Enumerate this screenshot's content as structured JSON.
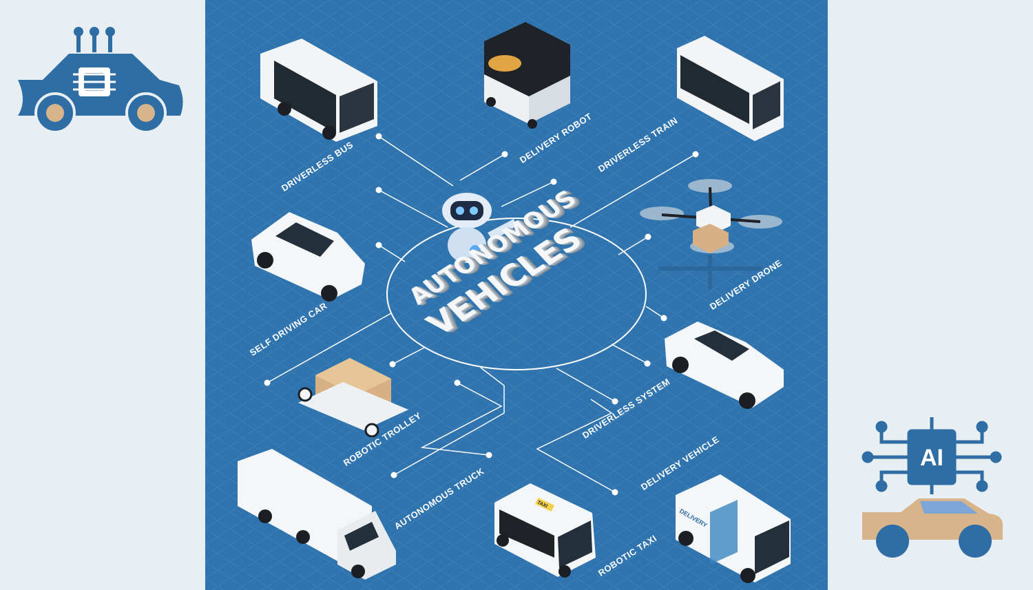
{
  "title": {
    "line1": "AUTONOMOUS",
    "line2": "VEHICLES"
  },
  "labels": {
    "driverless_bus": "DRIVERLESS BUS",
    "delivery_robot": "DELIVERY ROBOT",
    "driverless_train": "DRIVERLESS TRAIN",
    "self_driving_car": "SELF DRIVING CAR",
    "delivery_drone": "DELIVERY DRONE",
    "robotic_trolley": "ROBOTIC TROLLEY",
    "driverless_system": "DRIVERLESS SYSTEM",
    "autonomous_truck": "AUTONOMOUS TRUCK",
    "delivery_vehicle": "DELIVERY VEHICLE",
    "robotic_taxi": "ROBOTIC TAXI"
  },
  "vehicle_text": {
    "taxi_sign": "TAXI",
    "delivery_van": "DELIVERY"
  },
  "icons": {
    "left": "car-chip-icon",
    "right": "ai-car-icon",
    "right_badge": "AI"
  },
  "colors": {
    "panel": "#2f74ae",
    "side": "#e7eff2",
    "icon_blue": "#2f6ea5",
    "icon_tan": "#d8b48a"
  }
}
